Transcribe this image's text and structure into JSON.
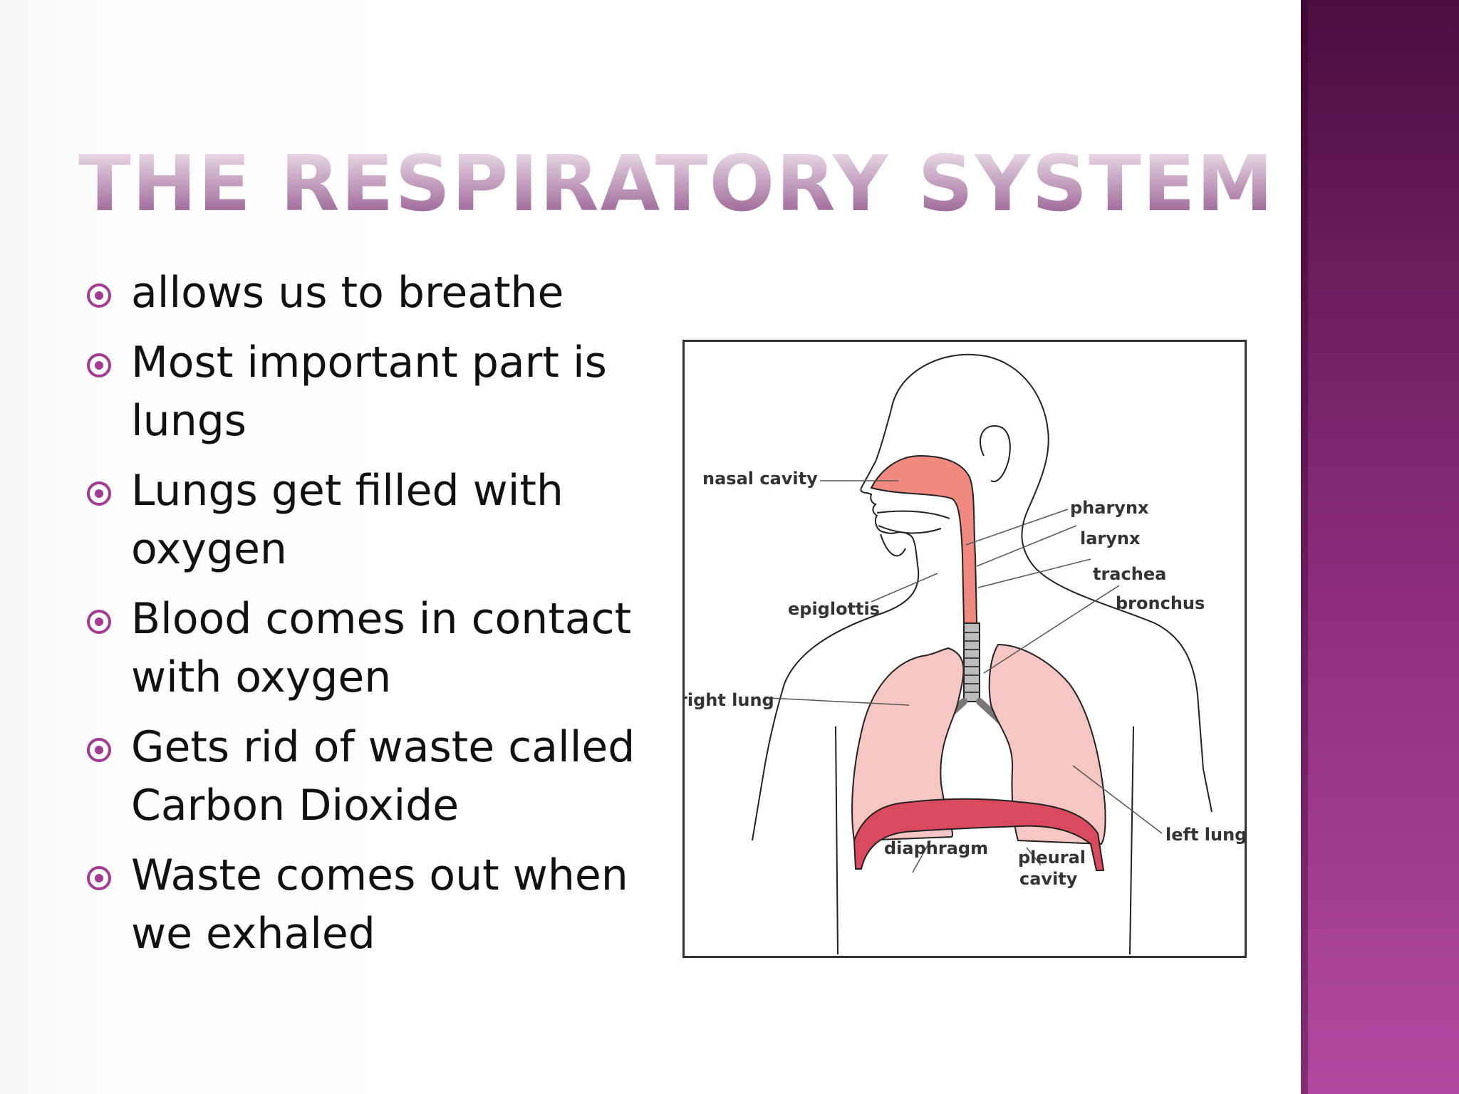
{
  "slide": {
    "title": "THE RESPIRATORY SYSTEM",
    "bullets": [
      "allows us to breathe",
      "Most important part is lungs",
      "Lungs get filled with oxygen",
      "Blood comes in contact with oxygen",
      "Gets rid of waste called Carbon Dioxide",
      "Waste comes out when we exhaled"
    ],
    "accent_color": "#a23b93"
  },
  "diagram": {
    "labels": {
      "nasal_cavity": "nasal cavity",
      "pharynx": "pharynx",
      "larynx": "larynx",
      "trachea": "trachea",
      "bronchus": "bronchus",
      "epiglottis": "epiglottis",
      "right_lung": "right lung",
      "left_lung": "left lung",
      "diaphragm": "diaphragm",
      "pleural": "pleural",
      "cavity": "cavity"
    }
  }
}
